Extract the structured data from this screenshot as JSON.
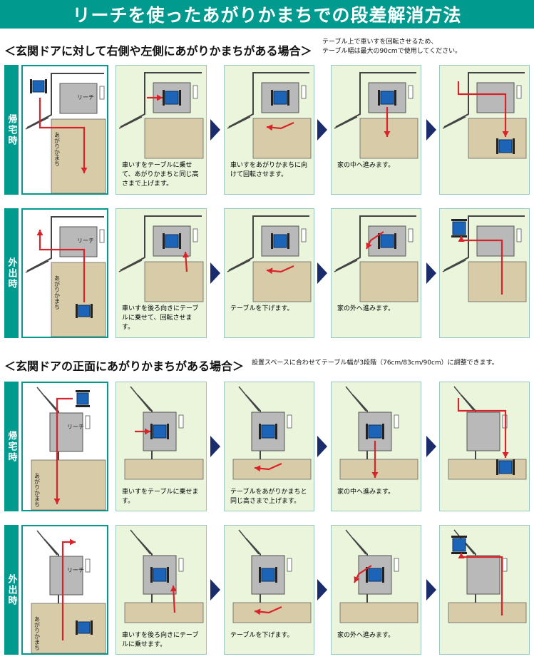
{
  "title": "リーチを使ったあがりかまちでの段差解消方法",
  "sections": [
    {
      "heading": "＜玄関ドアに対して右側や左側にあがりかまちがある場合＞",
      "note_lines": [
        "テーブル上で車いすを回転させるため、",
        "テーブル幅は最大の90cmで使用してください。"
      ],
      "rows": [
        {
          "label": "帰宅時",
          "panels": [
            {
              "caption": "",
              "device_label": "リーチ",
              "floor_label": "あがりかまち"
            },
            {
              "caption": "車いすをテーブルに乗せて、あがりかまちと同じ高さまで上げます。"
            },
            {
              "caption": "車いすをあがりかまちに向けて回転させます。"
            },
            {
              "caption": "家の中へ進みます。"
            },
            {
              "caption": ""
            }
          ]
        },
        {
          "label": "外出時",
          "panels": [
            {
              "caption": "",
              "device_label": "リーチ",
              "floor_label": "あがりかまち"
            },
            {
              "caption": "車いすを後ろ向きにテーブルに乗せて、回転させます。"
            },
            {
              "caption": "テーブルを下げます。"
            },
            {
              "caption": "家の外へ進みます。"
            },
            {
              "caption": ""
            }
          ]
        }
      ]
    },
    {
      "heading": "＜玄関ドアの正面にあがりかまちがある場合＞",
      "note_lines": [
        "設置スペースに合わせてテーブル幅が3段階（76cm/83cm/90cm）に調整できます。"
      ],
      "rows": [
        {
          "label": "帰宅時",
          "panels": [
            {
              "caption": "",
              "device_label": "リーチ",
              "floor_label": "あがりかまち"
            },
            {
              "caption": "車いすをテーブルに乗せます。"
            },
            {
              "caption": "テーブルをあがりかまちと同じ高さまで上げます。"
            },
            {
              "caption": "家の中へ進みます。"
            },
            {
              "caption": ""
            }
          ]
        },
        {
          "label": "外出時",
          "panels": [
            {
              "caption": "",
              "device_label": "リーチ",
              "floor_label": "あがりかまち"
            },
            {
              "caption": "車いすを後ろ向きにテーブルに乗せます。"
            },
            {
              "caption": "テーブルを下げます。"
            },
            {
              "caption": "家の外へ進みます。"
            },
            {
              "caption": ""
            }
          ]
        }
      ]
    }
  ],
  "colors": {
    "accent": "#009a8e",
    "panel_bg": "#eaf5dc",
    "floor": "#d8cba7",
    "table": "#b9b9b9",
    "wheelchair": "#1b64b7",
    "arrow": "#d8232a",
    "chevron": "#1a2c6b"
  }
}
